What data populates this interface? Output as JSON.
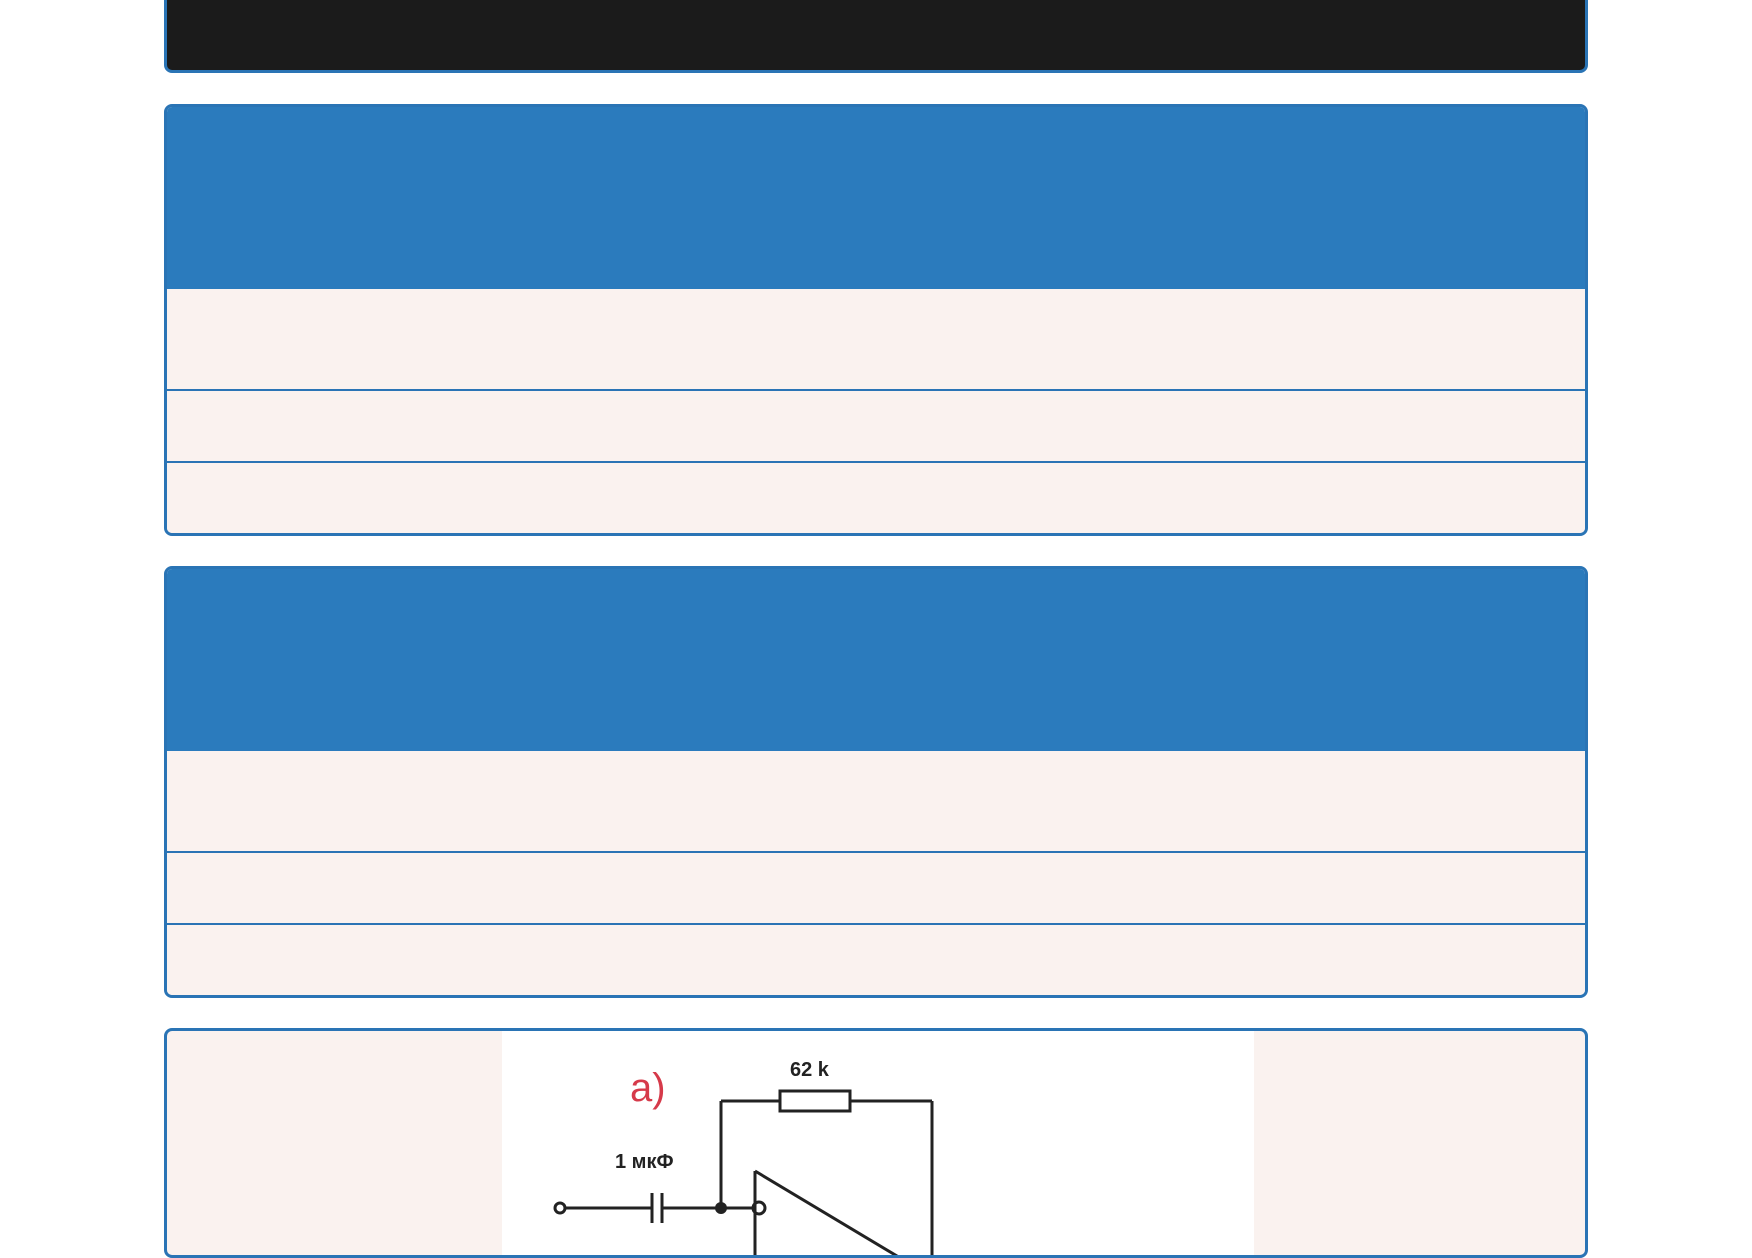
{
  "top_bar": {
    "title": ""
  },
  "panels": [
    {
      "header": "",
      "rows": [
        "",
        "",
        ""
      ]
    },
    {
      "header": "",
      "rows": [
        "",
        "",
        ""
      ]
    }
  ],
  "figure": {
    "label": "a)",
    "resistor_value": "62 k",
    "capacitor_value": "1 мкФ",
    "label_color": "#d63a4a",
    "stroke_color": "#222222"
  },
  "colors": {
    "accent_blue": "#2b7bbd",
    "border_blue": "#2a74b5",
    "row_background": "#faf2ef",
    "top_bar_background": "#1b1b1b"
  }
}
